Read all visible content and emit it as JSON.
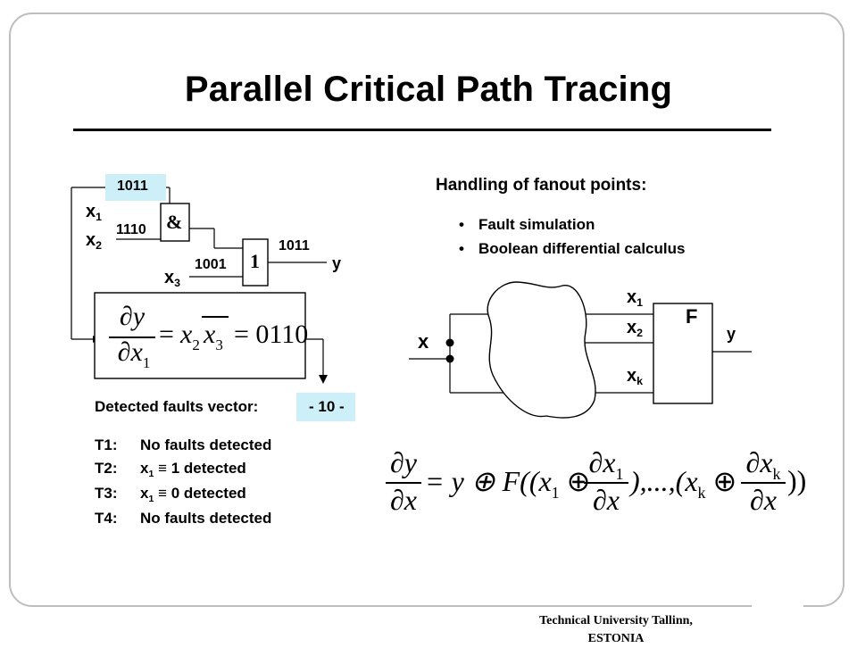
{
  "title": "Parallel Critical Path Tracing",
  "footer": {
    "line1": "Technical University Tallinn,",
    "line2": "ESTONIA"
  },
  "circuit": {
    "input_x1": "x",
    "input_x1_sub": "1",
    "input_x2": "x",
    "input_x2_sub": "2",
    "input_x3": "x",
    "input_x3_sub": "3",
    "vec_x1": "1011",
    "vec_x2": "1110",
    "vec_x3": "1001",
    "vec_y": "1011",
    "output_y": "y",
    "and_gate": "&",
    "or_gate": "1"
  },
  "derivative_box": {
    "num": "∂y",
    "den_d": "∂x",
    "den_sub": "1",
    "eq": "=",
    "v1": "x",
    "v1_sub": "2",
    "v2": "x",
    "v2_sub": "3",
    "rhs": "= 0110"
  },
  "detected": {
    "label": "Detected faults vector:",
    "value": "- 10 -"
  },
  "tests": [
    {
      "label": "T1:",
      "text": "No faults detected"
    },
    {
      "label": "T2:",
      "pre": "x",
      "sub": "1",
      "rel": "≡",
      "text": "1 detected"
    },
    {
      "label": "T3:",
      "pre": "x",
      "sub": "1",
      "rel": "≡",
      "text": "0 detected"
    },
    {
      "label": "T4:",
      "text": "No faults detected"
    }
  ],
  "fanout": {
    "heading": "Handling of  fanout points:",
    "bullets": [
      "Fault simulation",
      "Boolean differential calculus"
    ],
    "input": "x",
    "out1": "x",
    "out1_sub": "1",
    "out2": "x",
    "out2_sub": "2",
    "outk": "x",
    "outk_sub": "k",
    "block": "F",
    "output": "y"
  },
  "formula": {
    "lhs_num": "∂y",
    "lhs_den": "∂x",
    "eq": "= y ⊕ F((x",
    "s1": "1",
    "op1": " ⊕ ",
    "f1_num": "∂x",
    "f1_num_sub": "1",
    "f1_den": "∂x",
    "mid": "),...,(x",
    "sk": "k",
    "op2": " ⊕ ",
    "f2_num": "∂x",
    "f2_num_sub": "k",
    "f2_den": "∂x",
    "end": "))"
  }
}
